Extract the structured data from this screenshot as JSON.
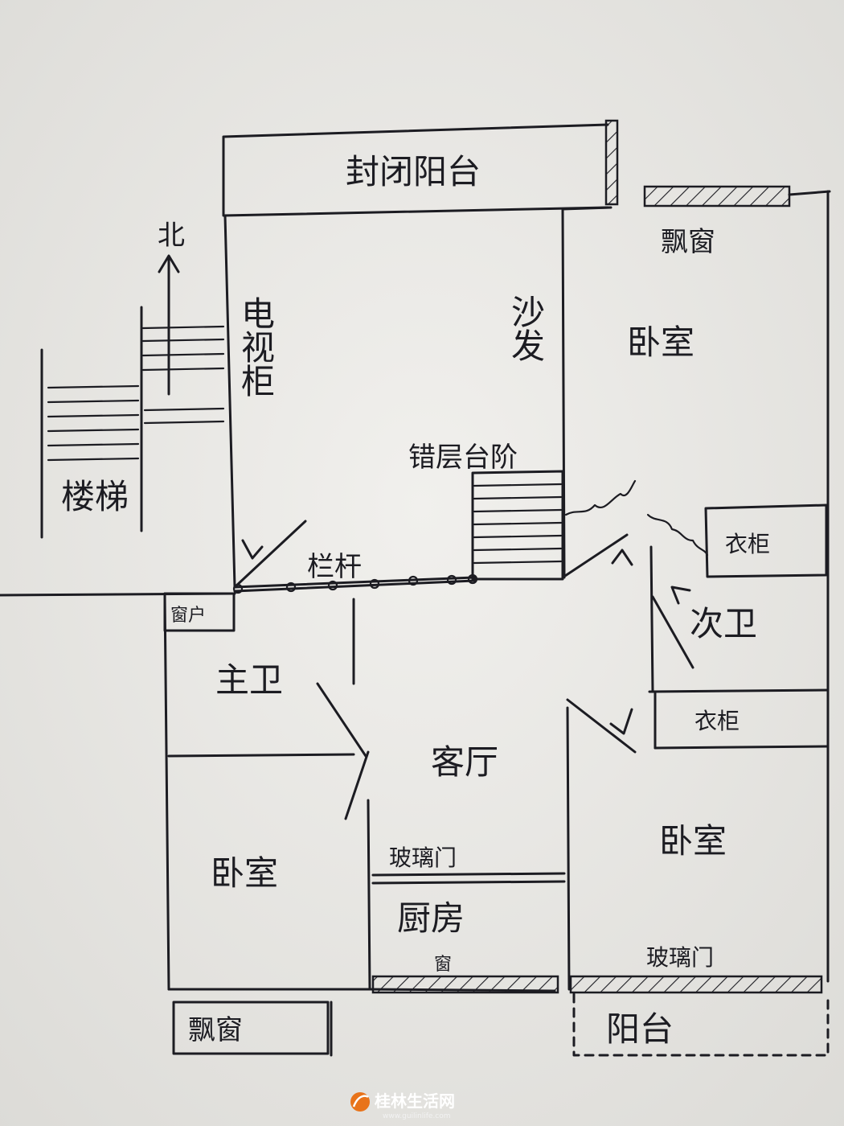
{
  "labels": {
    "enclosed_balcony": "封闭阳台",
    "north": "北",
    "bay_window_top": "飘窗",
    "tv_cabinet": "电视柜",
    "sofa": "沙发",
    "bedroom_ne": "卧室",
    "split_level_steps": "错层台阶",
    "stairs": "楼梯",
    "railing": "栏杆",
    "wardrobe_1": "衣柜",
    "window": "窗户",
    "second_bath": "次卫",
    "master_bath": "主卫",
    "wardrobe_2": "衣柜",
    "living_room": "客厅",
    "bedroom_sw": "卧室",
    "glass_door_kitchen": "玻璃门",
    "kitchen": "厨房",
    "kitchen_window": "窗",
    "bedroom_se": "卧室",
    "glass_door_balcony": "玻璃门",
    "bay_window_bottom": "飘窗",
    "balcony": "阳台"
  },
  "watermark": {
    "brand": "桂林生活网",
    "url": "www.guilinlife.com",
    "color": "#e8731a"
  }
}
